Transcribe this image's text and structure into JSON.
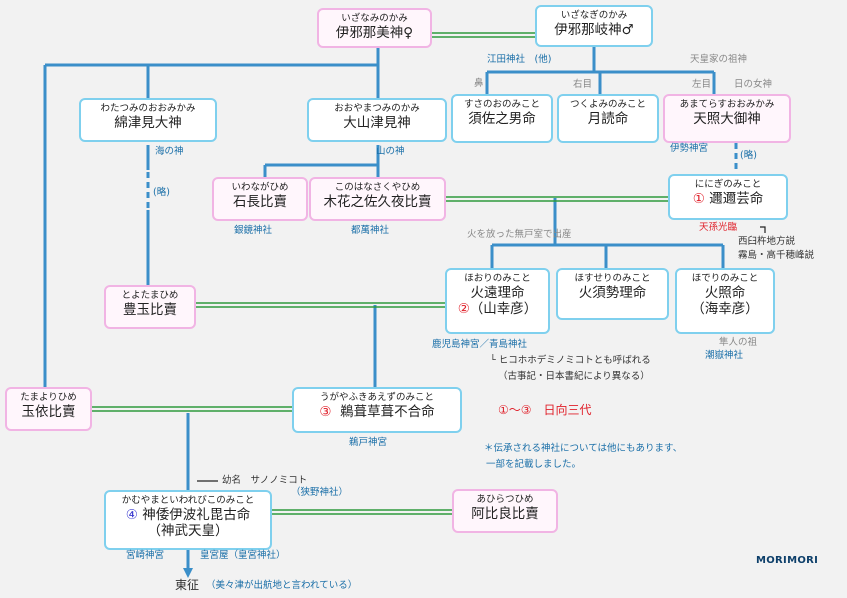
{
  "nodes": {
    "izanami": {
      "ruby": "いざなみのかみ",
      "name": "伊邪那美神♀"
    },
    "izanagi": {
      "ruby": "いざなぎのかみ",
      "name": "伊邪那岐神♂"
    },
    "watatsumi": {
      "ruby": "わたつみのおおみかみ",
      "name": "綿津見大神"
    },
    "ooyamatsumi": {
      "ruby": "おおやまつみのかみ",
      "name": "大山津見神"
    },
    "susanoo": {
      "ruby": "すさのおのみこと",
      "name": "須佐之男命"
    },
    "tsukuyomi": {
      "ruby": "つくよみのみこと",
      "name": "月読命"
    },
    "amaterasu": {
      "ruby": "あまてらすおおみかみ",
      "name": "天照大御神"
    },
    "iwanaga": {
      "ruby": "いわながひめ",
      "name": "石長比賣"
    },
    "konohana": {
      "ruby": "このはなさくやひめ",
      "name": "木花之佐久夜比賣"
    },
    "ninigi": {
      "ruby": "ににぎのみこと",
      "num": "①",
      "name": "邇邇芸命"
    },
    "hoori": {
      "ruby": "ほおりのみこと",
      "name": "火遠理命",
      "num": "②",
      "alias": "（山幸彦）"
    },
    "hosuseri": {
      "ruby": "ほすせりのみこと",
      "name": "火須勢理命"
    },
    "hoderi": {
      "ruby": "ほでりのみこと",
      "name": "火照命",
      "alias": "（海幸彦）"
    },
    "toyotama": {
      "ruby": "とよたまひめ",
      "name": "豊玉比賣"
    },
    "tamayori": {
      "ruby": "たまよりひめ",
      "name": "玉依比賣"
    },
    "ugaya": {
      "ruby": "うがやふきあえずのみこと",
      "num": "③",
      "name": "鵜葺草葺不合命"
    },
    "jimmu": {
      "ruby": "かむやまといわれびこのみこと",
      "num": "④",
      "name": "神倭伊波礼毘古命",
      "alias": "（神武天皇）"
    },
    "ahira": {
      "ruby": "あひらつひめ",
      "name": "阿比良比賣"
    }
  },
  "labels": {
    "etajinja": "江田神社　(他)",
    "tenno_sojin": "天皇家の祖神",
    "hana": "鼻",
    "migime": "右目",
    "hidarime": "左目",
    "hinomegami": "日の女神",
    "uminokami": "海の神",
    "yamanokami": "山の神",
    "ryaku1": "(略)",
    "ryaku2": "(略)",
    "isejingu": "伊勢神宮",
    "ginkyo": "銀鏡神社",
    "tsuma": "都萬神社",
    "hinohanatta": "火を放った無戸室で出産",
    "tenson": "天孫光臨",
    "nishiusuki": "西臼杵地方説",
    "kirishima": "霧島・高千穂峰説",
    "hayato": "隼人の祖",
    "shiota": "潮嶽神社",
    "kagoshima": "鹿児島神宮／青島神社",
    "hikohohodemi": "└ ヒコホホデミノミコトとも呼ばれる",
    "kojiki": "（古事記・日本書紀により異なる）",
    "hyuga": "①～③　日向三代",
    "udo": "鵜戸神宮",
    "note1": "＊伝承される神社については他にもあります、",
    "note2": "一部を記載しました。",
    "osana": "幼名　サノノミコト",
    "sano": "（狭野神社）",
    "miyazaki": "宮崎神宮",
    "kogu": "皇宮屋（皇宮神社）",
    "tosei": "東征",
    "mimitsu": "（美々津が出航地と言われている）",
    "logo": "MORIMORI"
  }
}
